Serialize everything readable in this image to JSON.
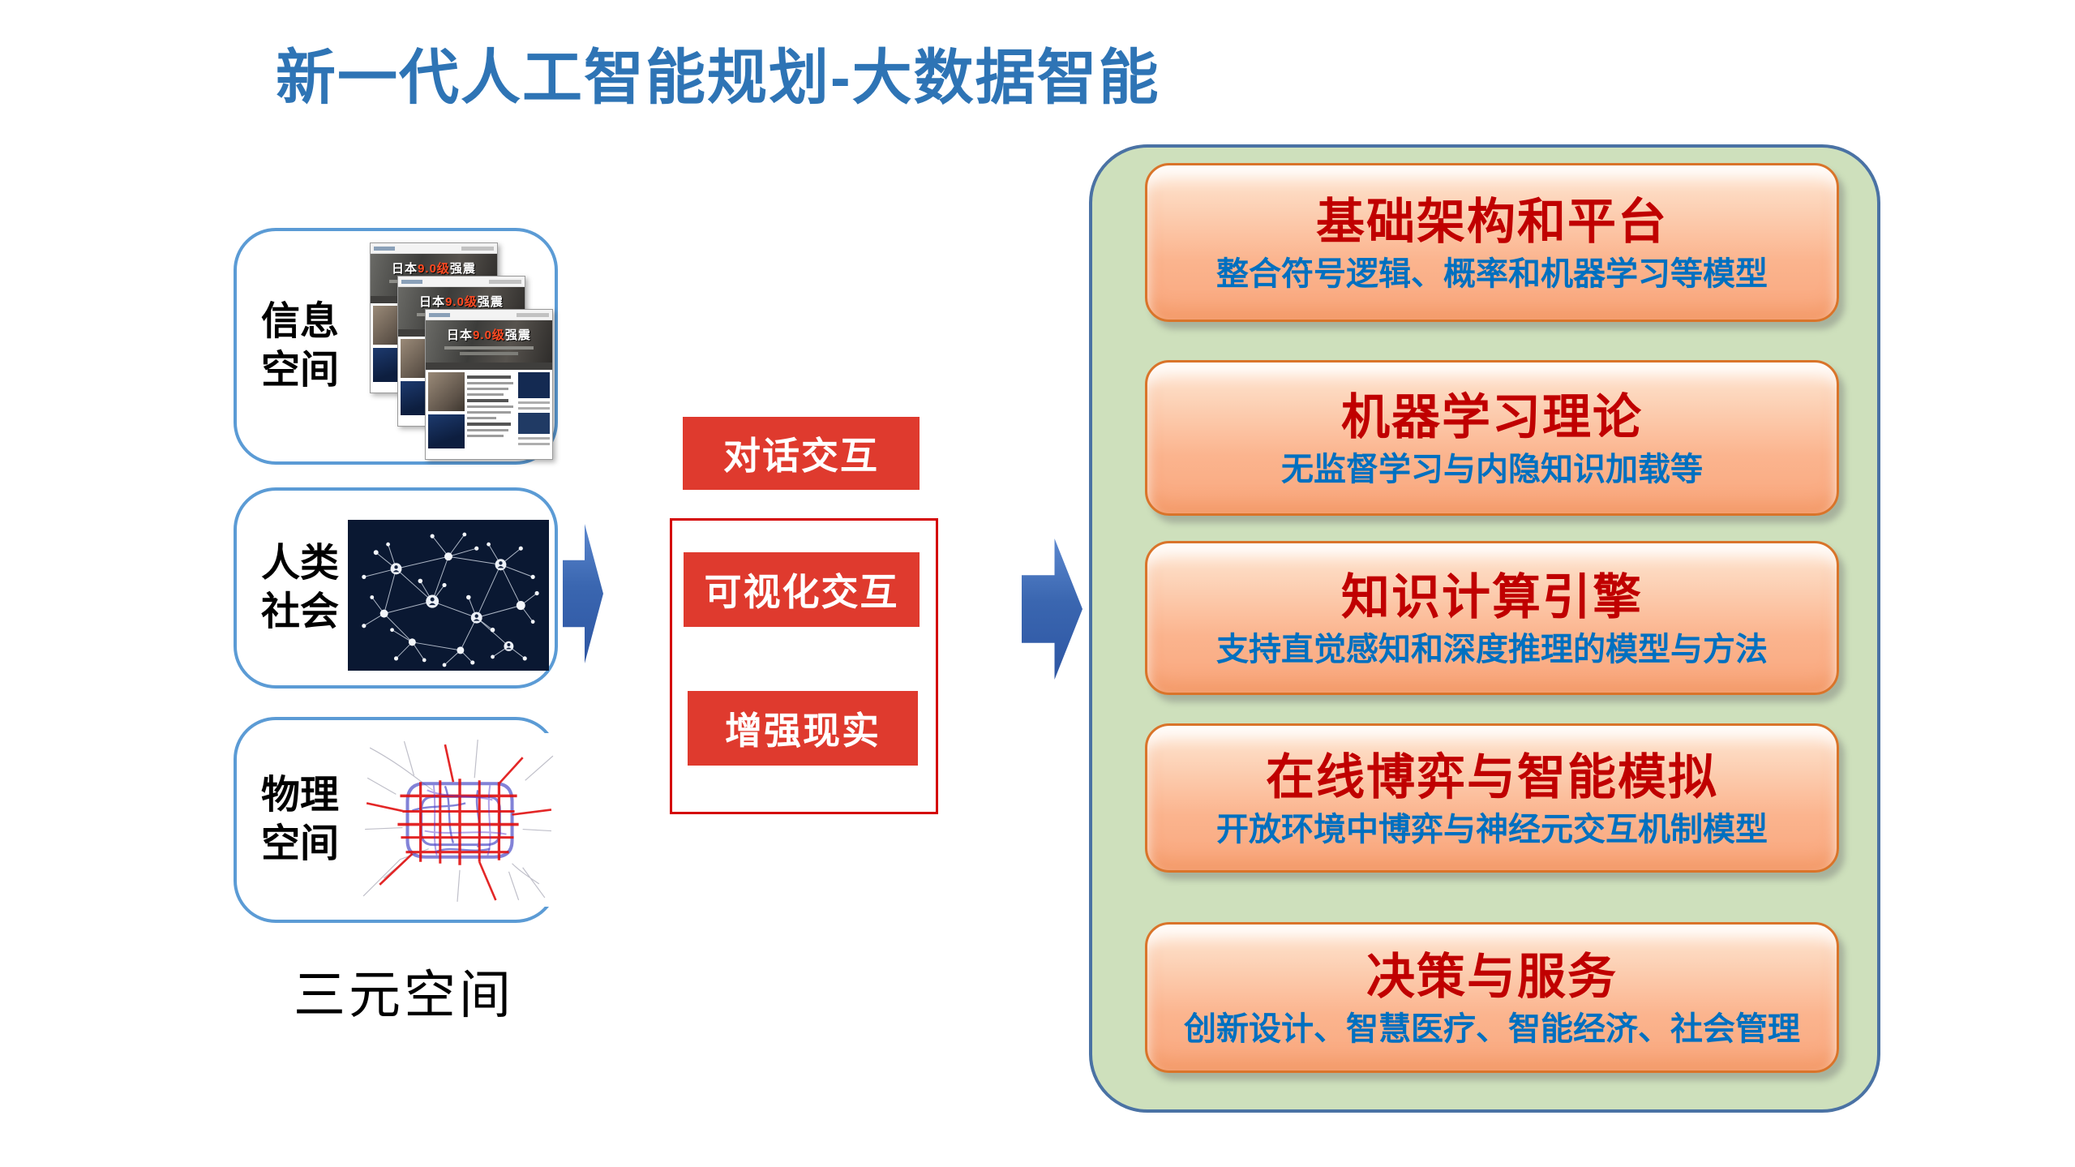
{
  "title": "新一代人工智能规划-大数据智能",
  "left_panel": {
    "caption": "三元空间",
    "spaces": [
      {
        "label": "信息\n空间"
      },
      {
        "label": "人类\n社会"
      },
      {
        "label": "物理\n空间"
      }
    ],
    "webpage_banner": {
      "part1": "日本",
      "part2": "9.0级",
      "part3": "强震"
    }
  },
  "interaction_column": {
    "items": [
      "对话交互",
      "可视化交互",
      "增强现实"
    ]
  },
  "right_panel": {
    "boxes": [
      {
        "title": "基础架构和平台",
        "subtitle": "整合符号逻辑、概率和机器学习等模型"
      },
      {
        "title": "机器学习理论",
        "subtitle": "无监督学习与内隐知识加载等"
      },
      {
        "title": "知识计算引擎",
        "subtitle": "支持直觉感知和深度推理的模型与方法"
      },
      {
        "title": "在线博弈与智能模拟",
        "subtitle": "开放环境中博弈与神经元交互机制模型"
      },
      {
        "title": "决策与服务",
        "subtitle": "创新设计、智慧医疗、智能经济、社会管理"
      }
    ]
  },
  "colors": {
    "title_blue": "#2E74B5",
    "box_border_blue": "#5B9BD5",
    "red_fill": "#DF3A2E",
    "red_outline": "#D40000",
    "arrow_blue_light": "#5C88CF",
    "arrow_blue_dark": "#2E56A3",
    "green_fill": "#CEE0BC",
    "green_border": "#4A72A4",
    "orange_border": "#D9742A",
    "heading_red": "#C00000",
    "sub_blue": "#0070C0"
  }
}
